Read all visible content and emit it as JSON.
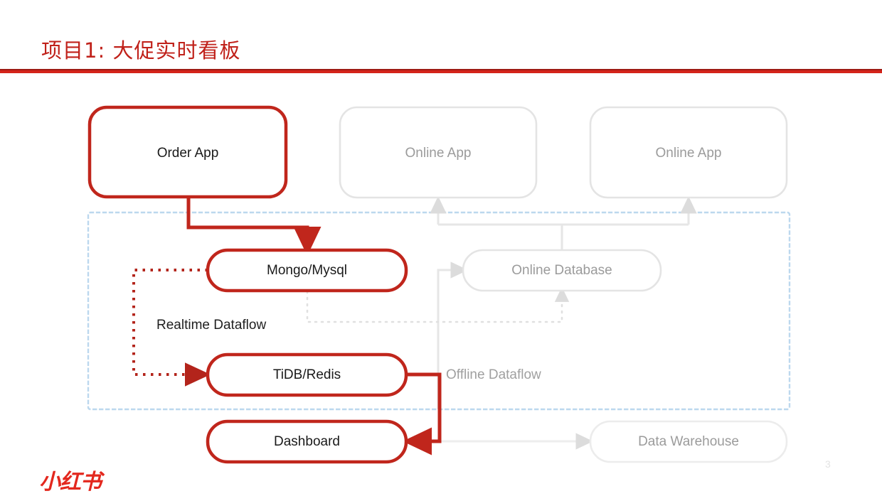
{
  "slide": {
    "title": "项目1: 大促实时看板",
    "page_number": "3",
    "brand": "小红书"
  },
  "colors": {
    "accent_red": "#c0261c",
    "title_red": "#c0211a",
    "rule_dark_red": "#9e1b14",
    "rule_red": "#d4241a",
    "muted_grey": "#d8d8d8",
    "muted_text": "#9b9b9b",
    "container_blue": "#bcd8ee",
    "brand_red": "#e3281e"
  },
  "diagram": {
    "nodes": [
      {
        "id": "order-app",
        "label": "Order App",
        "style": "highlight"
      },
      {
        "id": "online-app-1",
        "label": "Online App",
        "style": "muted"
      },
      {
        "id": "online-app-2",
        "label": "Online App",
        "style": "muted"
      },
      {
        "id": "mongo-mysql",
        "label": "Mongo/Mysql",
        "style": "highlight"
      },
      {
        "id": "online-database",
        "label": "Online Database",
        "style": "muted"
      },
      {
        "id": "tidb-redis",
        "label": "TiDB/Redis",
        "style": "highlight"
      },
      {
        "id": "dashboard",
        "label": "Dashboard",
        "style": "highlight"
      },
      {
        "id": "data-warehouse",
        "label": "Data Warehouse",
        "style": "muted"
      }
    ],
    "flow_labels": [
      {
        "id": "realtime-dataflow",
        "label": "Realtime Dataflow",
        "style": "dark"
      },
      {
        "id": "offline-dataflow",
        "label": "Offline Dataflow",
        "style": "grey"
      }
    ]
  }
}
